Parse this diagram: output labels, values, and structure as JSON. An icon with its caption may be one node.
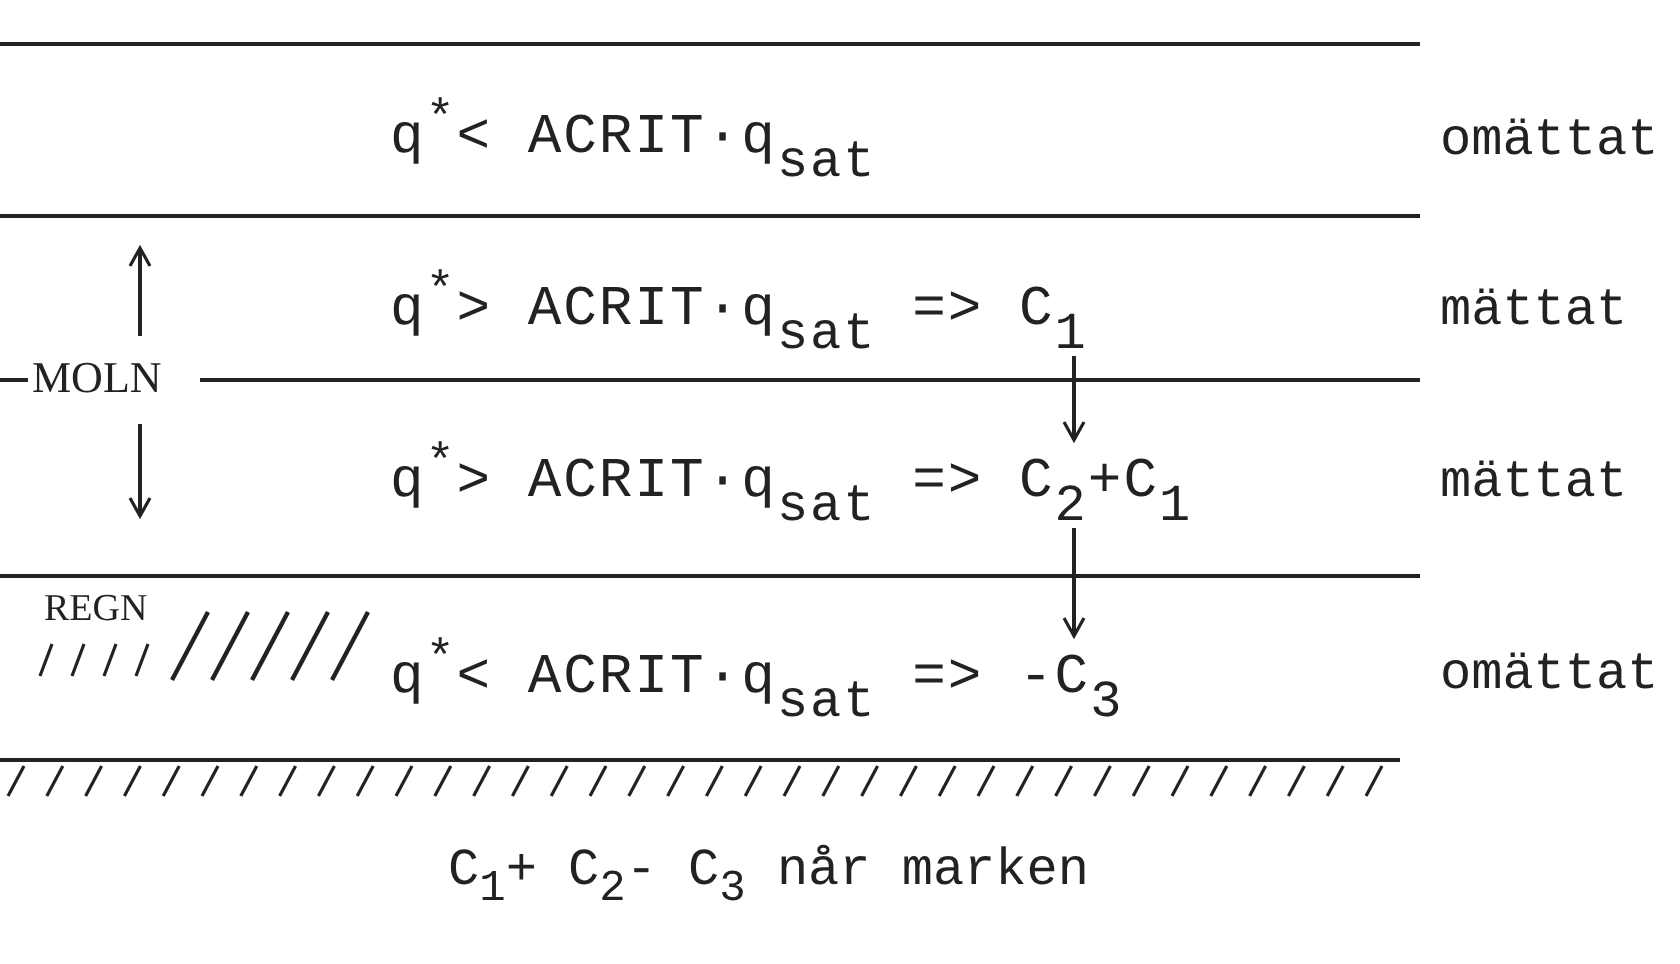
{
  "diagram": {
    "nodes": [
      {
        "text": [
          "q$^{*}$< ACRIT·q$_{sat}$"
        ]
      },
      {
        "text": [
          "q$^{*}$> ACRIT·q$_{sat}$ => C$_{1}$"
        ]
      },
      {
        "text": [
          "q$^{*}$> ACRIT·q$_{sat}$ => C$_{2}$+C$_{1}$"
        ]
      },
      {
        "text": [
          "q$^{*}$< ACRIT·q$_{sat}$ => -C$_{3}$"
        ]
      }
    ],
    "edges": [
      {
        "from": 1,
        "to": 2,
        "arrow": "to"
      },
      {
        "from": 2,
        "to": 3,
        "arrow": "to"
      }
    ],
    "labels": [
      "omättat",
      "mättat",
      "MOLN",
      "mättat",
      "REGN",
      "omättat",
      "C$_{1}$+ C$_{2}$- C$_{3}$ når marken"
    ]
  }
}
